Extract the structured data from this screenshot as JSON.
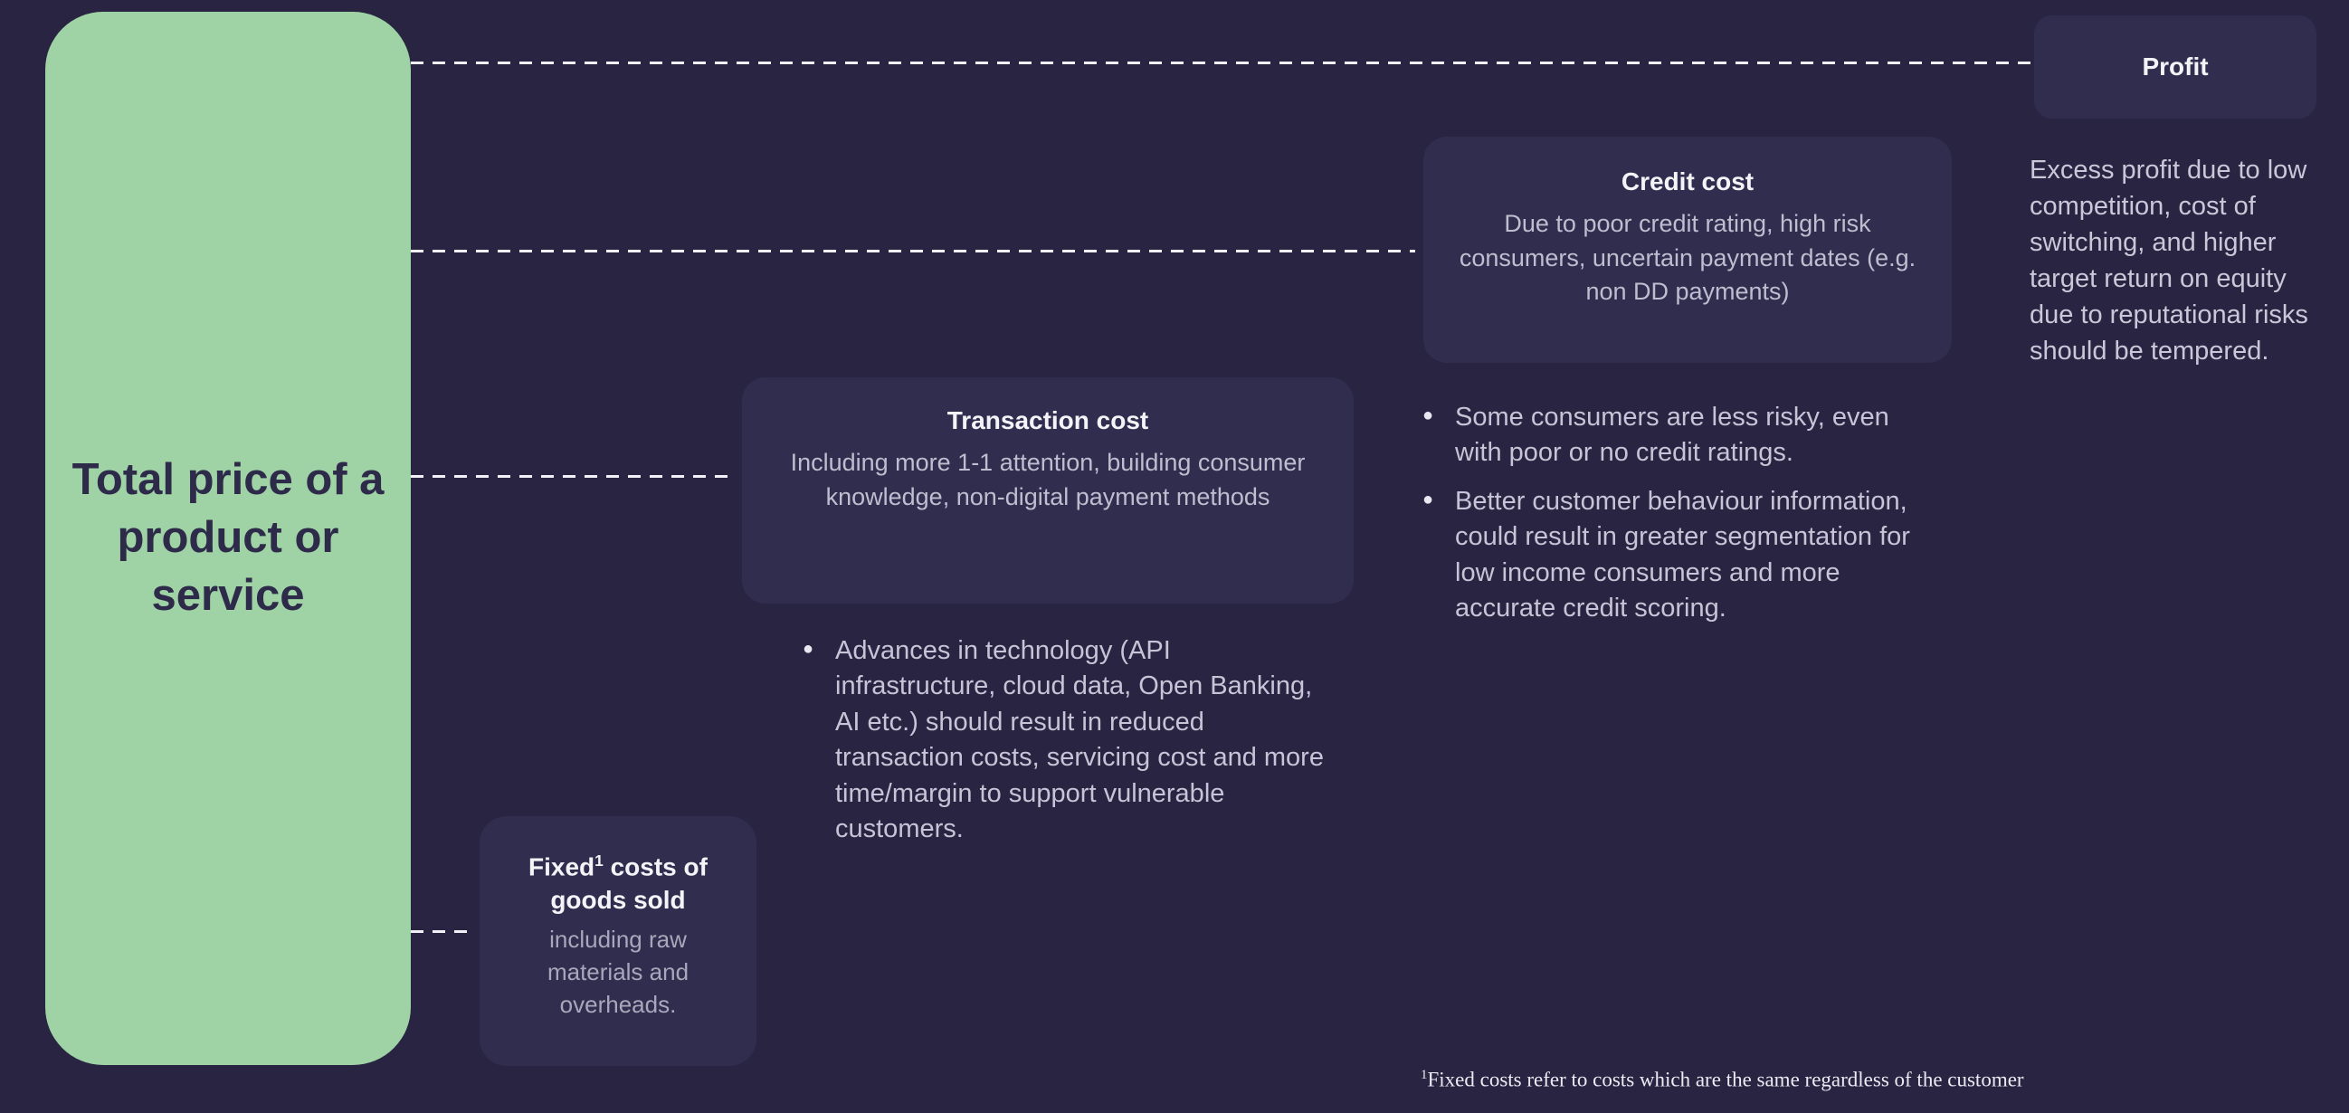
{
  "colors": {
    "background": "#282442",
    "card": "#312d4e",
    "green_box": "#9fd2a4",
    "dark_text": "#2e2a4a",
    "title_text": "#f4f3f8",
    "body_text": "#bfbdcf"
  },
  "total_price": {
    "label": "Total price of a product or service"
  },
  "profit": {
    "title": "Profit",
    "description": "Excess profit due to low competition, cost of switching, and higher target return on equity due to reputational risks should be tempered."
  },
  "credit_cost": {
    "title": "Credit cost",
    "body": "Due to poor credit rating, high risk consumers, uncertain payment dates (e.g. non DD payments)",
    "bullets": [
      "Some consumers are less risky, even with poor or no credit ratings.",
      "Better customer behaviour information, could result in greater segmentation for low income consumers and more accurate credit scoring."
    ]
  },
  "transaction_cost": {
    "title": "Transaction cost",
    "body": "Including more 1-1 attention, building consumer knowledge, non-digital payment methods",
    "bullets": [
      "Advances in technology (API infrastructure, cloud data, Open Banking, AI etc.) should result in reduced transaction costs, servicing cost and more time/margin to support vulnerable customers."
    ]
  },
  "fixed_costs": {
    "title_prefix": "Fixed",
    "title_sup": "1",
    "title_suffix": " costs of goods sold",
    "body": "including raw materials and overheads."
  },
  "footnote": {
    "sup": "1",
    "text": "Fixed costs refer to costs which are the same regardless of the customer"
  }
}
